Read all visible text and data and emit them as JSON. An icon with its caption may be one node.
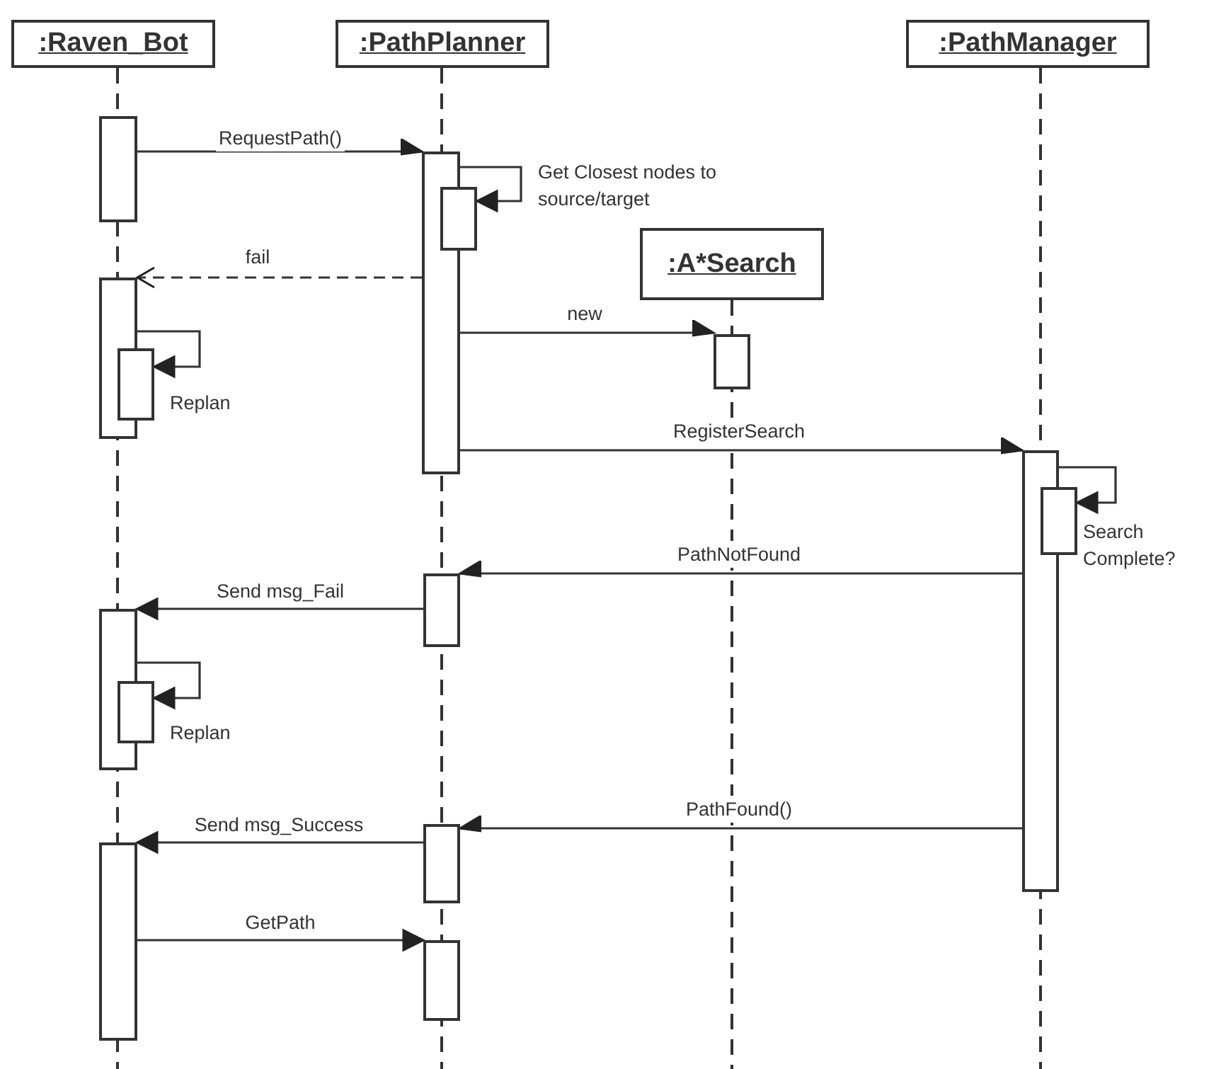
{
  "diagram": {
    "nodes": [
      {
        "text": [
          ":Raven_Bot"
        ]
      },
      {
        "text": [
          ":PathPlanner"
        ]
      },
      {
        "text": [
          ":PathManager"
        ]
      },
      {
        "text": [
          ":A*Search"
        ]
      },
      {
        "text": [],
        "shape": "bar"
      },
      {
        "text": [],
        "shape": "bar"
      },
      {
        "text": [],
        "shape": "bar"
      },
      {
        "text": [],
        "shape": "bar"
      },
      {
        "text": [],
        "shape": "bar"
      },
      {
        "text": [],
        "shape": "bar"
      },
      {
        "text": [],
        "shape": "bar"
      },
      {
        "text": [],
        "shape": "bar"
      },
      {
        "text": [],
        "shape": "bar"
      },
      {
        "text": [],
        "shape": "bar"
      },
      {
        "text": [],
        "shape": "bar"
      },
      {
        "text": [],
        "shape": "bar"
      },
      {
        "text": [],
        "shape": "bar"
      },
      {
        "text": [],
        "shape": "bar"
      }
    ],
    "edges": [
      {
        "from": 4,
        "to": 5,
        "arrow": "to",
        "label": "RequestPath()"
      },
      {
        "from": 5,
        "to": 6,
        "arrow": "to",
        "label": "Get Closest nodes to source/target"
      },
      {
        "from": 5,
        "to": 7,
        "arrow": "to",
        "label": "fail",
        "style": "dashed"
      },
      {
        "from": 7,
        "to": 9,
        "arrow": "to",
        "label": "Replan"
      },
      {
        "from": 5,
        "to": 8,
        "arrow": "to",
        "label": "new"
      },
      {
        "from": 5,
        "to": 10,
        "arrow": "to",
        "label": "RegisterSearch"
      },
      {
        "from": 10,
        "to": 11,
        "arrow": "to",
        "label": "Search Complete?"
      },
      {
        "from": 10,
        "to": 12,
        "arrow": "to",
        "label": "PathNotFound"
      },
      {
        "from": 12,
        "to": 13,
        "arrow": "to",
        "label": "Send msg_Fail"
      },
      {
        "from": 13,
        "to": 14,
        "arrow": "to",
        "label": "Replan"
      },
      {
        "from": 10,
        "to": 15,
        "arrow": "to",
        "label": "PathFound()"
      },
      {
        "from": 15,
        "to": 16,
        "arrow": "to",
        "label": "Send msg_Success"
      },
      {
        "from": 16,
        "to": 17,
        "arrow": "to",
        "label": "GetPath"
      }
    ]
  }
}
